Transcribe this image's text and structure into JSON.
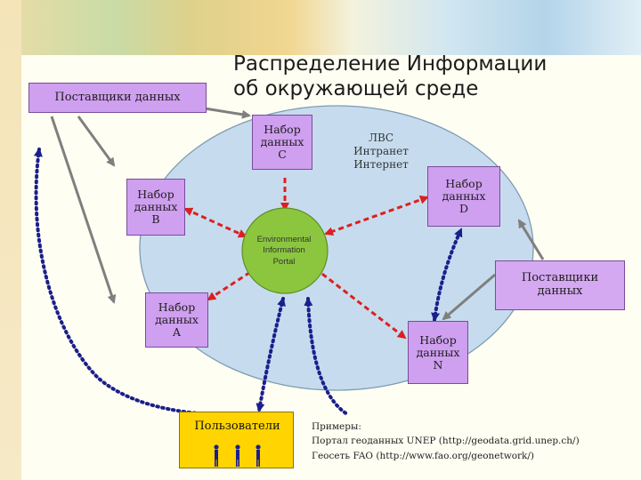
{
  "title": {
    "line1": "Распределение Информации",
    "line2": "об окружающей среде"
  },
  "suppliers_top": "Поставщики данных",
  "suppliers_right": {
    "line1": "Поставщики",
    "line2": "данных"
  },
  "lan": {
    "line1": "ЛВС",
    "line2": "Интранет",
    "line3": "Интернет"
  },
  "portal": {
    "line1": "Environmental",
    "line2": "Information",
    "line3": "Portal"
  },
  "datasets": {
    "c": {
      "line1": "Набор",
      "line2": "данных",
      "line3": "С"
    },
    "b": {
      "line1": "Набор",
      "line2": "данных",
      "line3": "В"
    },
    "d": {
      "line1": "Набор",
      "line2": "данных",
      "line3": "D"
    },
    "a": {
      "line1": "Набор",
      "line2": "данных",
      "line3": "А"
    },
    "n": {
      "line1": "Набор",
      "line2": "данных",
      "line3": "N"
    }
  },
  "users": {
    "label": "Пользователи",
    "icon": "person-icon"
  },
  "examples": {
    "heading": "Примеры:",
    "line1": "Портал геоданных UNEP  (http://geodata.grid.unep.ch/)",
    "line2": "Геосеть FAO (http://www.fao.org/geonetwork/)"
  },
  "colors": {
    "box_fill": "#cf9ff0",
    "network_ellipse": "#c6dcee",
    "portal_circle": "#8cc63f",
    "red_arrow": "#dd1f1f",
    "blue_dotted": "#1a1f8c",
    "users_fill": "#ffd400",
    "grey_arrow": "#7f7f7f"
  }
}
